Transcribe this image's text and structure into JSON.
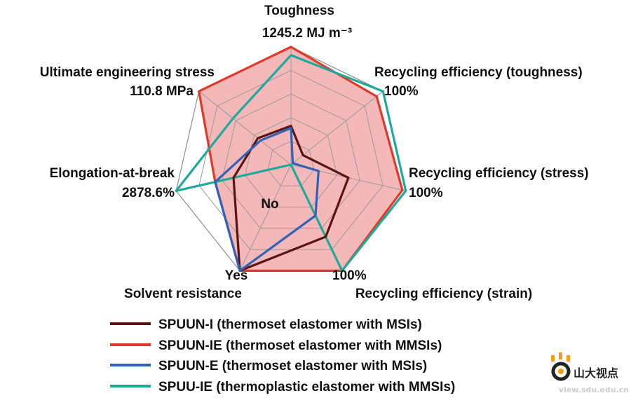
{
  "chart_data": {
    "type": "radar",
    "axes": [
      {
        "name": "Toughness",
        "max_label": "1245.2 MJ m⁻³"
      },
      {
        "name": "Recycling efficiency (toughness)",
        "max_label": "100%"
      },
      {
        "name": "Recycling efficiency (stress)",
        "max_label": "100%"
      },
      {
        "name": "Recycling efficiency (strain)",
        "max_label": "100%"
      },
      {
        "name": "Solvent resistance",
        "max_label": "Yes",
        "min_label": "No"
      },
      {
        "name": "Elongation-at-break",
        "max_label": "2878.6%"
      },
      {
        "name": "Ultimate engineering stress",
        "max_label": "110.8 MPa"
      }
    ],
    "range": [
      0,
      1
    ],
    "rings": 5,
    "grid": true,
    "legend_position": "bottom",
    "series": [
      {
        "name": "SPUUN-I (thermoset elastomer with MSIs)",
        "color": "#5a1414",
        "values": [
          0.33,
          0.13,
          0.5,
          0.68,
          1.0,
          0.5,
          0.36
        ]
      },
      {
        "name": "SPUUN-IE (thermoset elastomer with MMSIs)",
        "color": "#e0392b",
        "fill": "#f4b8b8",
        "values": [
          1.0,
          0.93,
          0.97,
          1.0,
          1.0,
          0.66,
          1.0
        ]
      },
      {
        "name": "SPUUN-E (thermoset elastomer with MSIs)",
        "color": "#2f63b8",
        "values": [
          0.31,
          0.02,
          0.24,
          0.48,
          1.0,
          0.66,
          0.33
        ]
      },
      {
        "name": "SPUU-IE (thermoplastic elastomer with MMSIs)",
        "color": "#1fa99a",
        "values": [
          0.93,
          1.0,
          1.0,
          1.0,
          0.0,
          1.0,
          0.63
        ]
      }
    ]
  },
  "watermark": {
    "title": "山大视点",
    "url": "view.sdu.edu.cn"
  }
}
